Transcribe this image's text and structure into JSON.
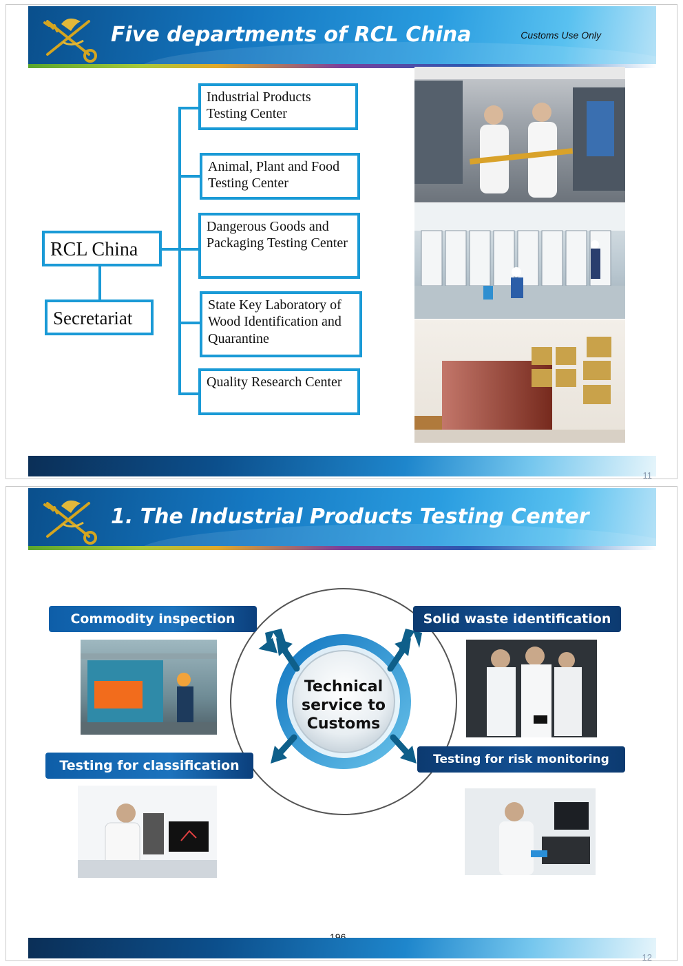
{
  "slide1": {
    "title": "Five departments of RCL China",
    "customs_only": "Customs Use Only",
    "root": "RCL China",
    "secretariat": "Secretariat",
    "departments": [
      "Industrial Products Testing Center",
      "Animal, Plant and Food Testing Center",
      "Dangerous Goods and Packaging Testing Center",
      "State Key Laboratory of Wood Identification and Quarantine",
      "Quality Research Center"
    ],
    "page_number": "11"
  },
  "slide2": {
    "title": "1. The Industrial Products Testing Center",
    "center_text": "Technical service to Customs",
    "services": [
      "Commodity inspection",
      "Solid waste identification",
      "Testing for classification",
      "Testing for risk monitoring"
    ],
    "document_page": "196",
    "page_number": "12"
  }
}
